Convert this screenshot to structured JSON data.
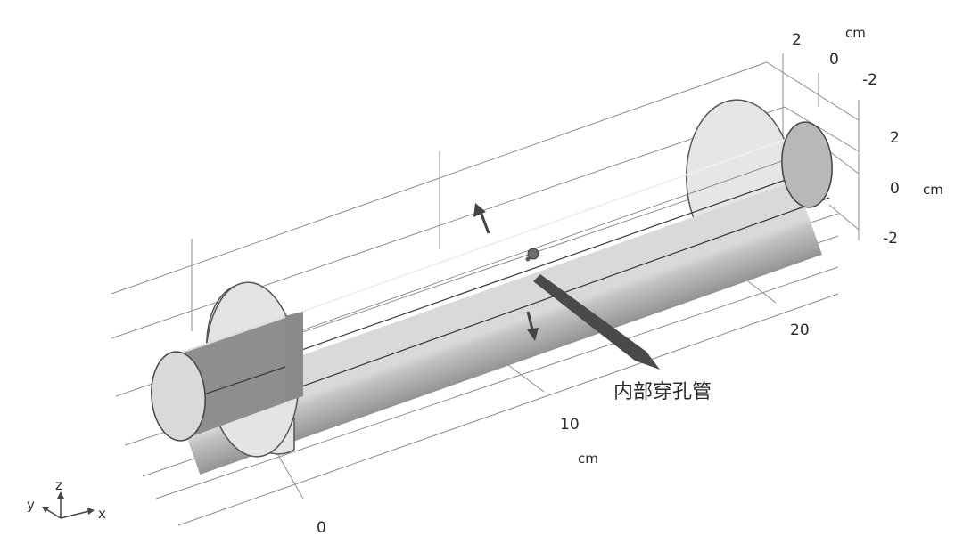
{
  "annotation": {
    "label": "内部穿孔管"
  },
  "axes": {
    "x": {
      "ticks": [
        "0",
        "10",
        "20"
      ],
      "unit": "cm"
    },
    "y": {
      "ticks": [
        "2",
        "0",
        "-2"
      ],
      "unit": "cm"
    },
    "z": {
      "ticks": [
        "2",
        "0",
        "-2"
      ],
      "unit": "cm"
    }
  },
  "triad": {
    "x": "x",
    "y": "y",
    "z": "z"
  },
  "colors": {
    "pipe_light": "#d4d4d4",
    "pipe_mid": "#8c8c8c",
    "pipe_dark": "#4a4a4a",
    "flange": "#e4e4e4",
    "arrow": "#444444"
  }
}
